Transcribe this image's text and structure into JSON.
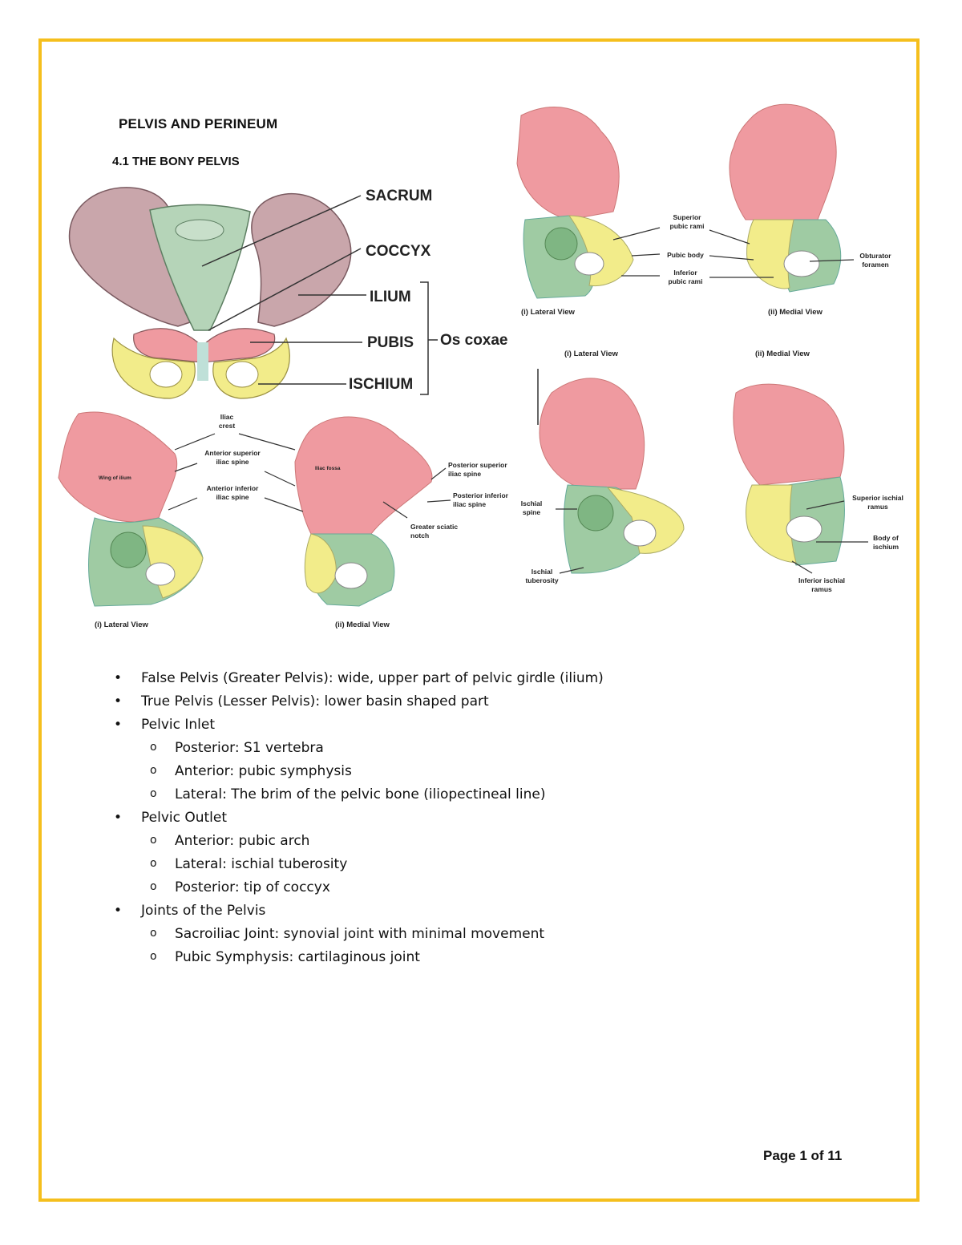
{
  "document": {
    "title": "PELVIS AND PERINEUM",
    "section": "4.1 THE BONY PELVIS",
    "page": "Page 1 of 11"
  },
  "figures": {
    "pelvis_front": {
      "labels": {
        "sacrum": "SACRUM",
        "coccyx": "COCCYX",
        "ilium": "ILIUM",
        "pubis": "PUBIS",
        "ischium": "ISCHIUM",
        "os_coxae": "Os coxae"
      }
    },
    "ilium_views": {
      "iliac_crest": [
        "Iliac",
        "crest"
      ],
      "asis": [
        "Anterior superior",
        "iliac spine"
      ],
      "aiis": [
        "Anterior inferior",
        "iliac spine"
      ],
      "wing": "Wing of ilium",
      "fossa": "Iliac fossa",
      "psis": [
        "Posterior superior",
        "iliac spine"
      ],
      "piis": [
        "Posterior inferior",
        "iliac spine"
      ],
      "sciatic": [
        "Greater sciatic",
        "notch"
      ],
      "lateral": "(i) Lateral View",
      "medial": "(ii) Medial View"
    },
    "pubis_views": {
      "superior": [
        "Superior",
        "pubic rami"
      ],
      "body": "Pubic body",
      "inferior": [
        "Inferior",
        "pubic rami"
      ],
      "obturator": [
        "Obturator",
        "foramen"
      ],
      "lateral": "(i) Lateral View",
      "medial": "(ii) Medial View"
    },
    "ischium_views": {
      "spine": [
        "Ischial",
        "spine"
      ],
      "tuberosity": [
        "Ischial",
        "tuberosity"
      ],
      "sup_ramus": [
        "Superior ischial",
        "ramus"
      ],
      "body": [
        "Body of",
        "ischium"
      ],
      "inf_ramus": [
        "Inferior ischial",
        "ramus"
      ],
      "lateral": "(i) Lateral View",
      "medial": "(ii) Medial View"
    }
  },
  "bullets": [
    {
      "level": 1,
      "text": "False Pelvis (Greater Pelvis): wide, upper part of pelvic girdle (ilium)"
    },
    {
      "level": 1,
      "text": "True Pelvis (Lesser Pelvis): lower basin shaped part"
    },
    {
      "level": 1,
      "text": "Pelvic Inlet"
    },
    {
      "level": 2,
      "text": "Posterior: S1 vertebra"
    },
    {
      "level": 2,
      "text": "Anterior: pubic symphysis"
    },
    {
      "level": 2,
      "text": "Lateral: The brim of the pelvic bone (iliopectineal line)"
    },
    {
      "level": 1,
      "text": "Pelvic Outlet"
    },
    {
      "level": 2,
      "text": "Anterior: pubic arch"
    },
    {
      "level": 2,
      "text": "Lateral: ischial tuberosity"
    },
    {
      "level": 2,
      "text": "Posterior: tip of coccyx"
    },
    {
      "level": 1,
      "text": "Joints of the Pelvis"
    },
    {
      "level": 2,
      "text": "Sacroiliac Joint: synovial joint with minimal movement"
    },
    {
      "level": 2,
      "text": "Pubic Symphysis: cartilaginous joint"
    }
  ],
  "colors": {
    "border": "#f5bf1d",
    "ilium": "#ef9aa0",
    "pubis": "#f2ec8a",
    "ischium": "#9fcba3",
    "sacrum": "#b5d4b8"
  }
}
